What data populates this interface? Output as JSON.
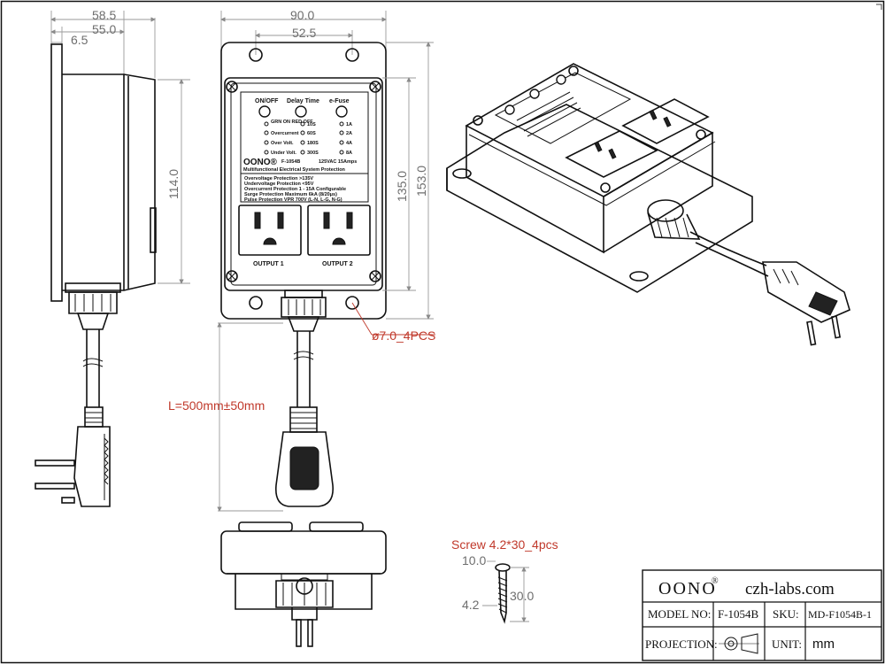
{
  "dimensions": {
    "side_depth_total": "58.5",
    "side_depth_body": "55.0",
    "side_flange": "6.5",
    "side_height": "114.0",
    "front_width": "90.0",
    "front_hole_spacing": "52.5",
    "front_height_inner": "135.0",
    "front_height_total": "153.0",
    "hole_callout": "ø7.0_4PCS",
    "cable_length": "L=500mm±50mm"
  },
  "panel": {
    "on_off": "ON/OFF",
    "delay_time": "Delay Time",
    "e_fuse": "e-Fuse",
    "led_1": "GRN ON RED OFF",
    "led_2": "Overcurrent",
    "led_3": "Over Volt.",
    "led_4": "Under Volt.",
    "delay_1": "10S",
    "delay_2": "60S",
    "delay_3": "180S",
    "delay_4": "300S",
    "fuse_1": "1A",
    "fuse_2": "2A",
    "fuse_3": "4A",
    "fuse_4": "8A",
    "brand": "OONO®",
    "model": "F-1054B",
    "rating": "125VAC 15Amps",
    "subtitle": "Multifunctional Electrical System Protection",
    "spec_1": "Overvoltage Protection >135V",
    "spec_2": "Undervoltage Protection <95V",
    "spec_3": "Overcurrent Protection 1 - 15A Configurable",
    "spec_4": "Surge Protection Maximum 6kA (8/20μs)",
    "spec_5": "Pulse Protection VPR 700V (L-N, L-G, N-G)",
    "output_1": "OUTPUT 1",
    "output_2": "OUTPUT 2"
  },
  "screw": {
    "label": "Screw 4.2*30_4pcs",
    "head": "10.0",
    "diameter": "4.2",
    "length": "30.0"
  },
  "title_block": {
    "brand": "OONO",
    "brand_mark": "®",
    "website": "czh-labs.com",
    "model_label": "MODEL NO:",
    "model_value": "F-1054B",
    "sku_label": "SKU:",
    "sku_value": "MD-F1054B-1",
    "projection_label": "PROJECTION:",
    "unit_label": "UNIT:",
    "unit_value": "mm"
  }
}
